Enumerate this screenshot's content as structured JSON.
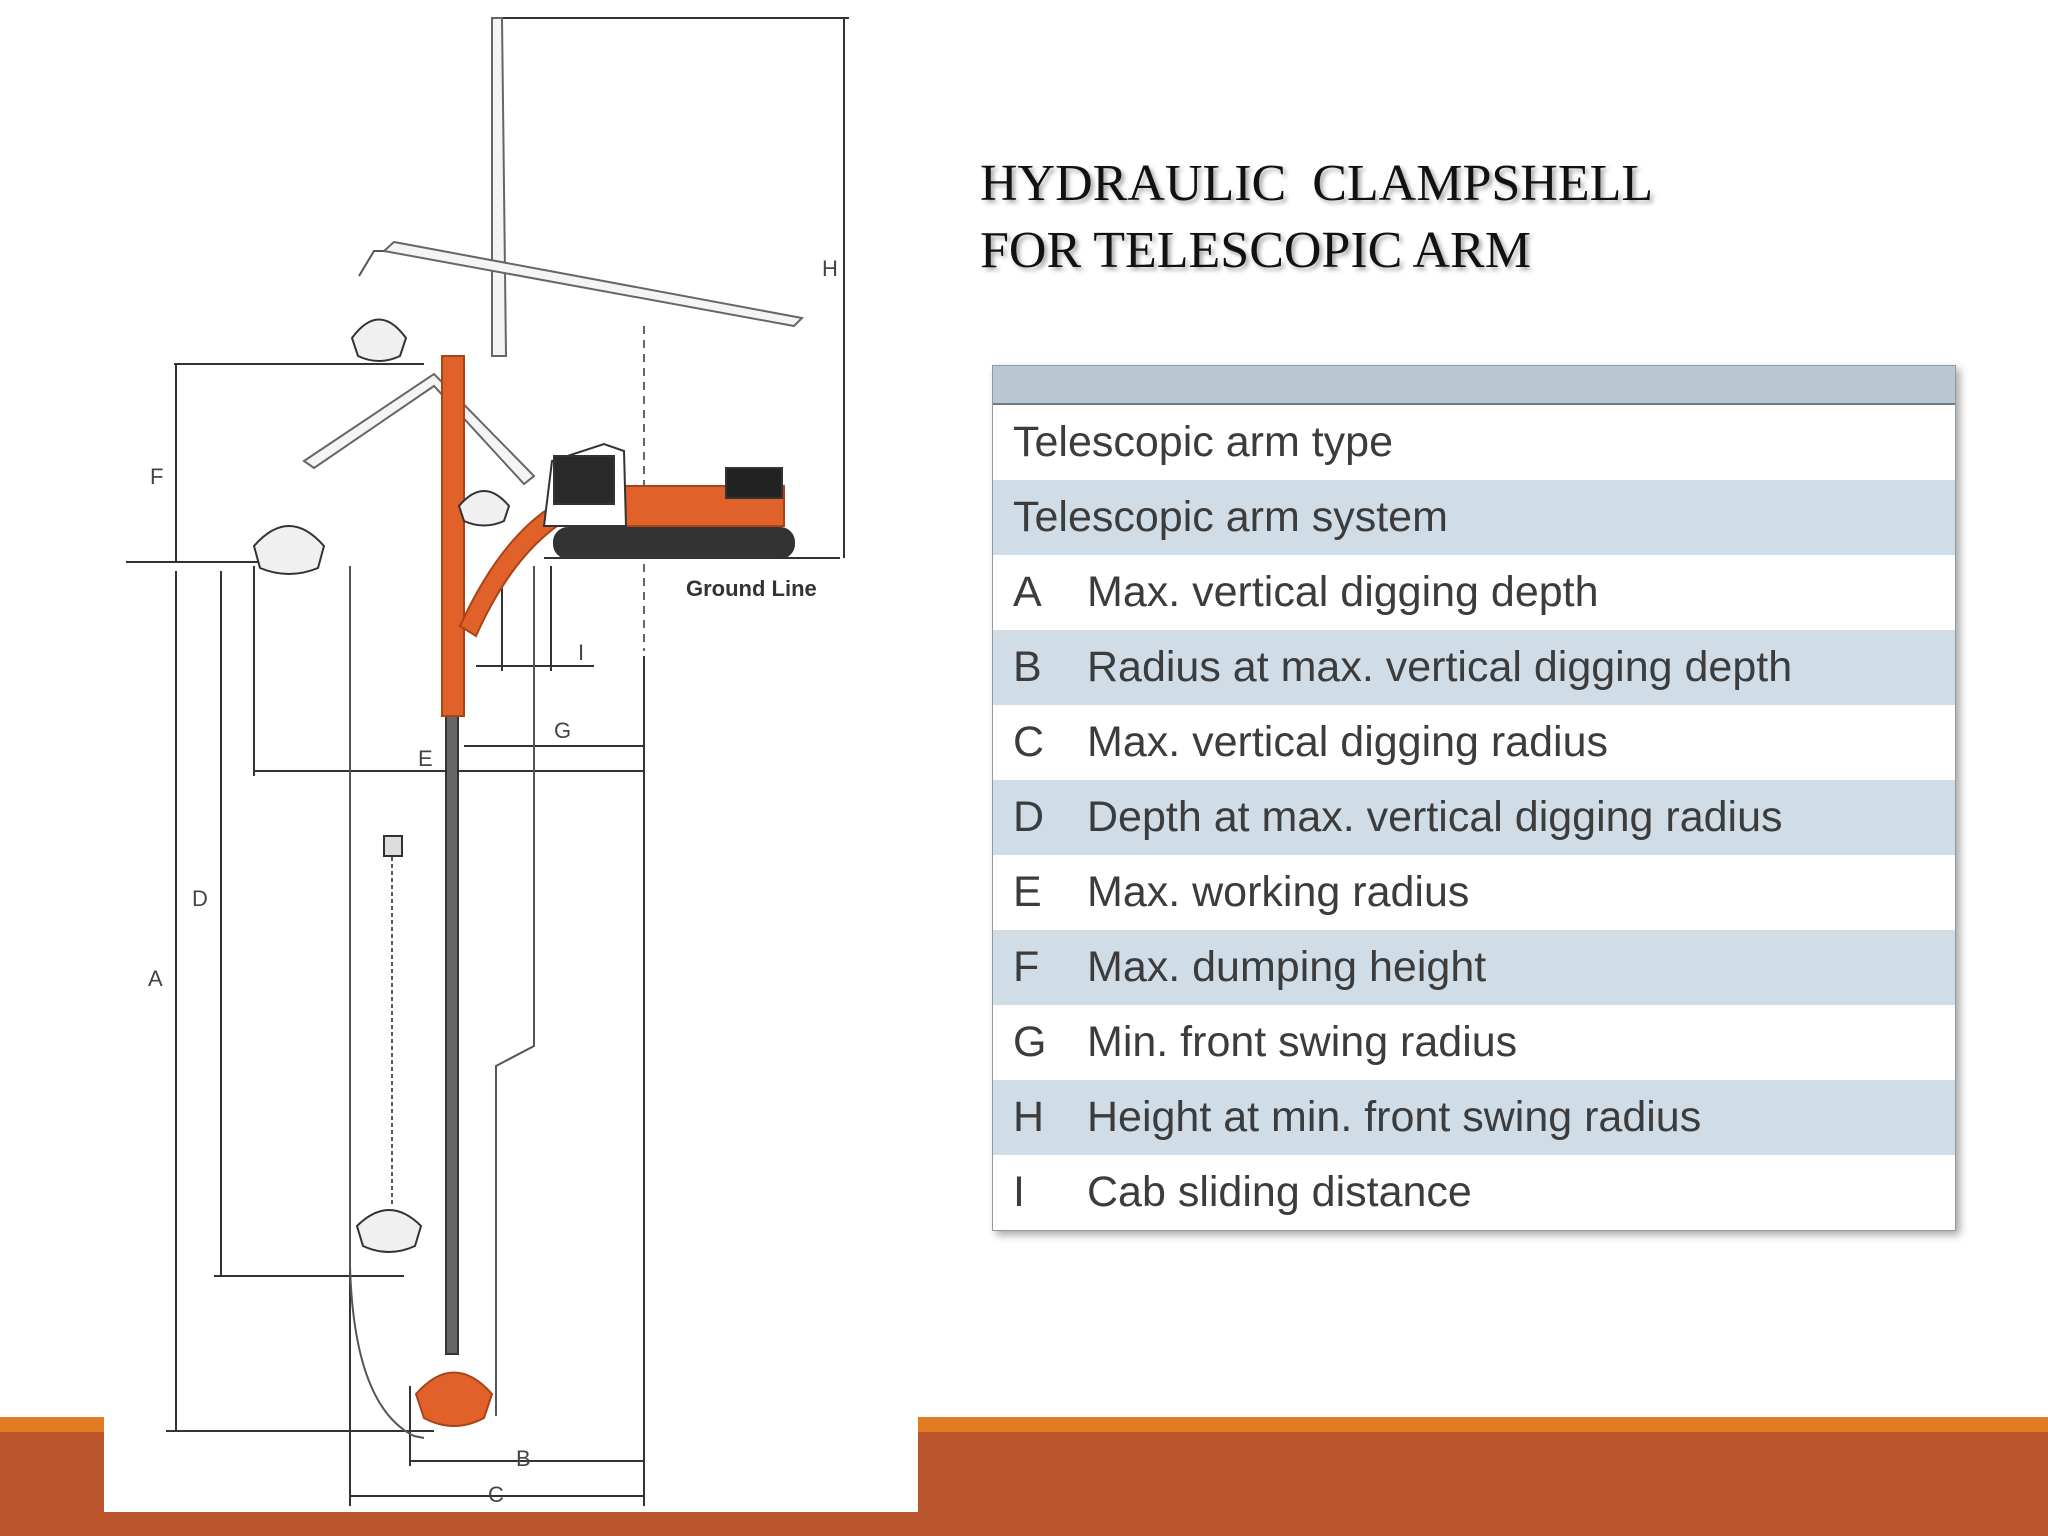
{
  "title": {
    "line1": "HYDRAULIC  CLAMPSHELL",
    "line2": "FOR TELESCOPIC ARM"
  },
  "table": {
    "rows": [
      {
        "code": "",
        "label": "Telescopic arm type"
      },
      {
        "code": "",
        "label": "Telescopic arm system"
      },
      {
        "code": "A",
        "label": "Max. vertical digging depth"
      },
      {
        "code": "B",
        "label": "Radius at max. vertical digging depth"
      },
      {
        "code": "C",
        "label": "Max. vertical digging radius"
      },
      {
        "code": "D",
        "label": "Depth at max. vertical digging radius"
      },
      {
        "code": "E",
        "label": "Max. working radius"
      },
      {
        "code": "F",
        "label": "Max. dumping height"
      },
      {
        "code": "G",
        "label": "Min. front swing radius"
      },
      {
        "code": "H",
        "label": "Height at min. front swing radius"
      },
      {
        "code": "I",
        "label": "Cab sliding distance"
      }
    ]
  },
  "diagram": {
    "ground_line": "Ground Line",
    "labels": {
      "A": "A",
      "B": "B",
      "C": "C",
      "D": "D",
      "E": "E",
      "F": "F",
      "G": "G",
      "H": "H",
      "I": "I"
    }
  },
  "colors": {
    "machine_orange": "#e0612a",
    "band_orange": "#e07b22",
    "band_rust": "#bb552b",
    "table_stripe": "#d0dde6"
  }
}
